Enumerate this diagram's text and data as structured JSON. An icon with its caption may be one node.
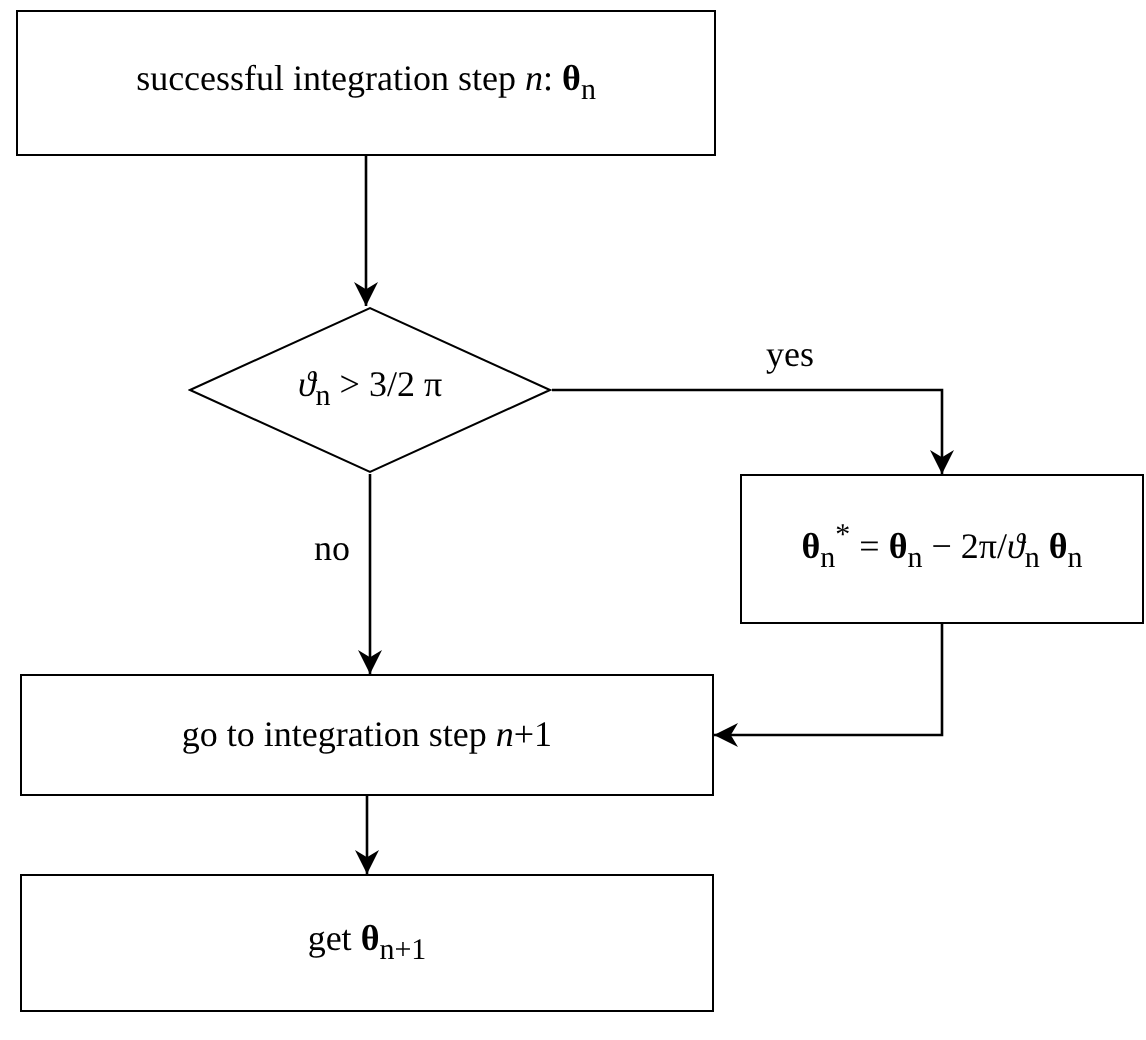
{
  "diagram": {
    "nodes": [
      {
        "text": [
          "successful integration step *n*: **θ**$_{n}$"
        ]
      },
      {
        "text": [
          "*ϑ*$_{n}$ > 3/2 π"
        ]
      },
      {
        "text": [
          "**θ**$_{n}$$^{*}$ = **θ**$_{n}$ − 2π/*ϑ*$_{n}$ **θ**$_{n}$"
        ]
      },
      {
        "text": [
          "go to integration step *n*+1"
        ]
      },
      {
        "text": [
          "get **θ**$_{n+1}$"
        ]
      }
    ],
    "edges": [
      {
        "from": 0,
        "to": 1,
        "arrow": "to"
      },
      {
        "from": 1,
        "to": 2,
        "arrow": "to",
        "label": "yes"
      },
      {
        "from": 1,
        "to": 3,
        "arrow": "to",
        "label": "no"
      },
      {
        "from": 2,
        "to": 3,
        "arrow": "to"
      },
      {
        "from": 3,
        "to": 4,
        "arrow": "to"
      }
    ]
  }
}
